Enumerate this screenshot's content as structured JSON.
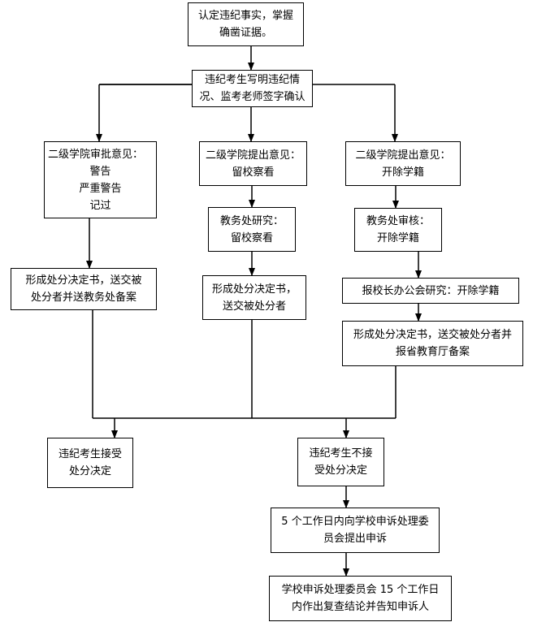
{
  "nodes": {
    "verify_facts": [
      "认定违纪事实，掌握",
      "确凿证据。"
    ],
    "write_record": [
      "违纪考生写明违纪情",
      "况、监考老师签字确认"
    ],
    "college_opinion_warning": {
      "title": "二级学院审批意见：",
      "options": [
        "警告",
        "严重警告",
        "记过"
      ]
    },
    "college_opinion_probation": [
      "二级学院提出意见：",
      "留校察看"
    ],
    "college_opinion_expel": [
      "二级学院提出意见：",
      "开除学籍"
    ],
    "academic_affairs_research": [
      "教务处研究：",
      "留校察看"
    ],
    "academic_affairs_review": [
      "教务处审核：",
      "开除学籍"
    ],
    "principal_meeting": [
      "报校长办公会研究：开除学籍"
    ],
    "decision_warning": [
      "形成处分决定书，送交被",
      "处分者并送教务处备案"
    ],
    "decision_probation": [
      "形成处分决定书，",
      "送交被处分者"
    ],
    "decision_expel": [
      "形成处分决定书，送交被处分者并",
      "报省教育厅备案"
    ],
    "accept": [
      "违纪考生接受",
      "处分决定"
    ],
    "not_accept": [
      "违纪考生不接",
      "受处分决定"
    ],
    "appeal": [
      "5 个工作日内向学校申诉处理委",
      "员会提出申诉"
    ],
    "review": [
      "学校申诉处理委员会 15 个工作日",
      "内作出复查结论并告知申诉人"
    ]
  }
}
